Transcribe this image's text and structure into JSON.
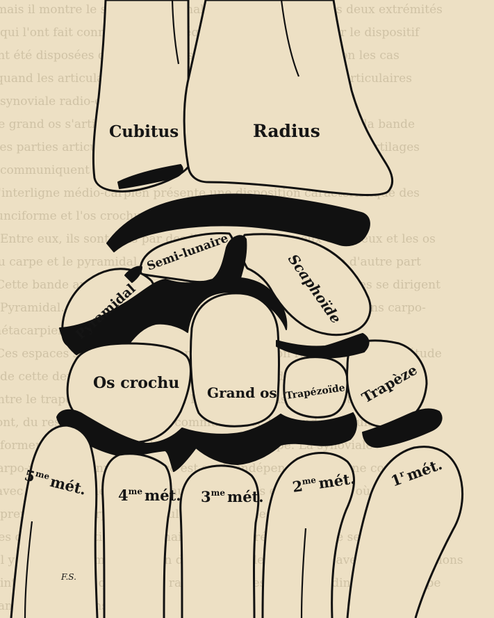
{
  "background_text": [
    "mais il montre le système du canal de liaison, à partir des deux extrémités",
    "qui l'ont fait connaître; il est fréquent que l'on puisse voir le dispositif",
    "ont été disposées dans des ordres plus ou moins variés selon les cas",
    "quand les articulations ne s'ouvrent que suivant les faces articulaires",
    "synoviale radio-carpienne",
    "Le grand os s'articule avec les os voisins par les cartilages de la bande",
    "les parties articulaires des os se touchent par la surface des cartilages",
    "communiquent entre elles.",
    "L'interligne médio-carpien présente une disposition caractéristique des",
    "unciforme et l'os crochu",
    "Entre eux, ils sont unis par des ligaments interosseux entre eux et les os",
    "du carpe et le pyramidal d'une part, et avec le semi-lunaire d'autre part",
    "Cette bande articulaire forme un V renversé dont les branches se dirigent",
    "Pyramidal. L'interligne se continue en bas avec les articulations carpo-",
    "métacarpiennes.",
    "Ces espaces sont la continuation de l'articulation radio-carpienne. L'étude",
    "de cette dernière montre en effet la présence d'un prolongement",
    "entre le trapèze et le trapézoïde, les articulations carpo-métacarpiennes",
    "ont, du reste, une disposition commune avec la grande articulation, et",
    "forment par leur ensemble la synoviale du carpe. La synoviale",
    "carpo-métacarpienne du pouce est seule indépendante, elle ne communique",
    "avec les interlignes voisins, sauf dans les cas exceptionnels où le",
    "premier métacarpien s'articule aussi avec le deuxième.",
    "Les deux articulations de la main sont ainsi réunies en une seule",
    "Il y a souvent communication de la synoviale du poignet avec les articulations",
    "intercarpiennes qui sont en rapport avec les gaines tendineuses du carpe",
    "dans ces conditions."
  ],
  "labels": {
    "cubitus": "Cubitus",
    "radius": "Radius",
    "semi_lunaire": "Semi-lunaire",
    "scaphoide": "Scaphoïde",
    "pyramidal": "Pyramidal",
    "os_crochu": "Os crochu",
    "grand_os": "Grand os",
    "trapezoide": "Trapézoïde",
    "trapeze": "Trapèze",
    "met5_num": "5",
    "met5_sup": "me",
    "met5_word": "mét.",
    "met4_num": "4",
    "met4_sup": "me",
    "met4_word": "mét.",
    "met3_num": "3",
    "met3_sup": "me",
    "met3_word": "mét.",
    "met2_num": "2",
    "met2_sup": "me",
    "met2_word": "mét.",
    "met1_num": "1",
    "met1_sup": "r",
    "met1_word": "mét.",
    "signature": "F.S."
  },
  "colors": {
    "paper": "#ede0c4",
    "ink": "#111111",
    "bleed_text": "#b8aa8c"
  }
}
